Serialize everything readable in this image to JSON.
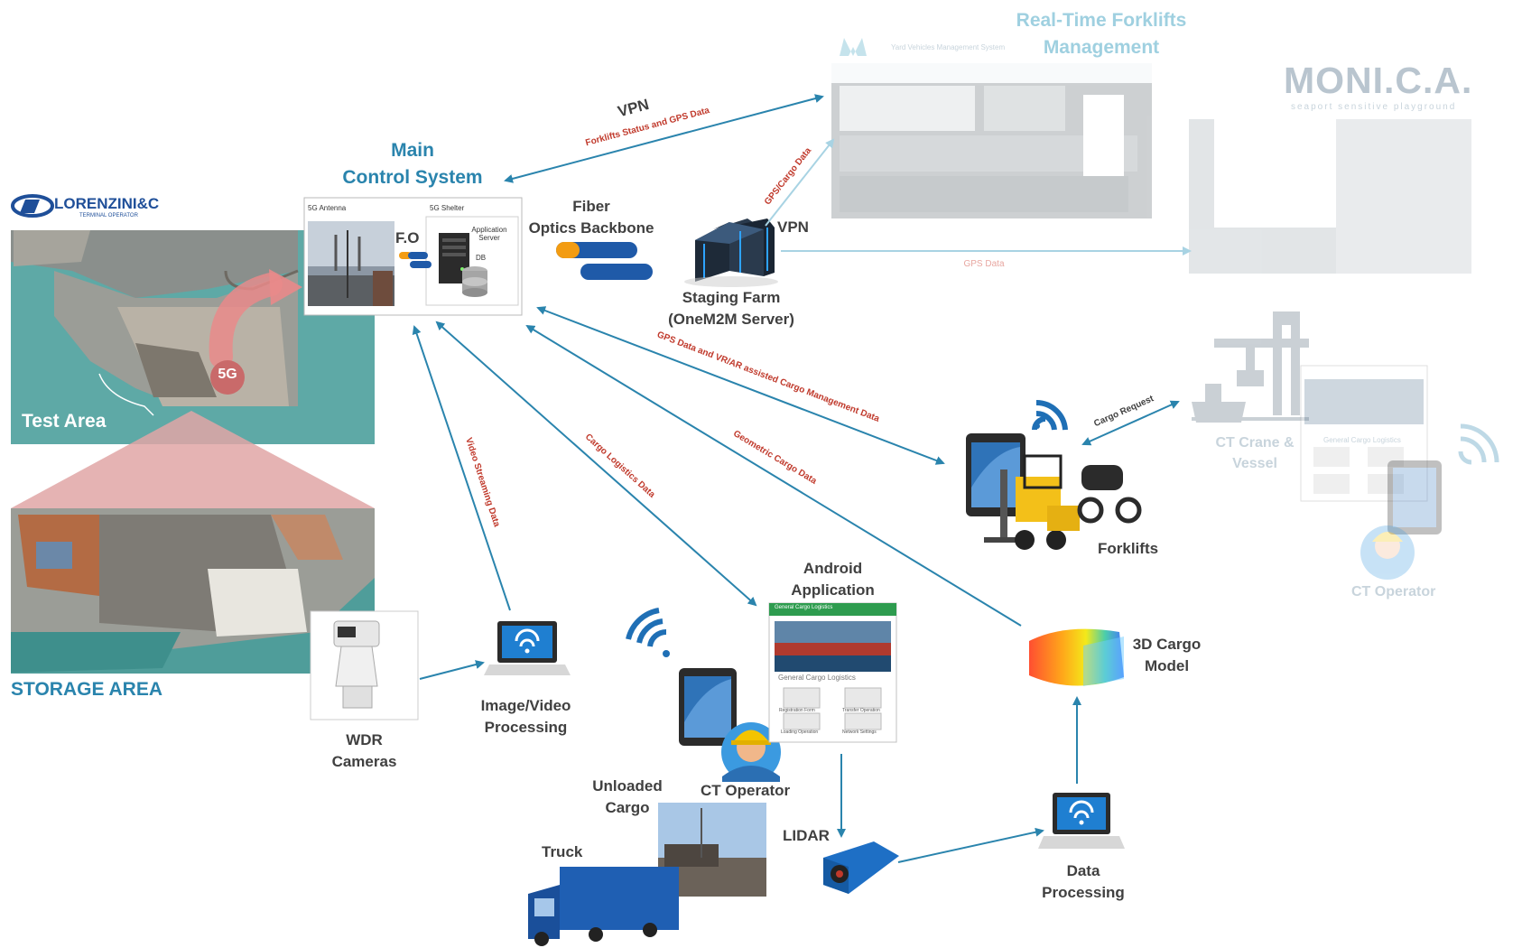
{
  "main_control": {
    "title_line1": "Main",
    "title_line2": "Control System",
    "antenna_label": "5G Antenna",
    "shelter_label": "5G Shelter",
    "fo_label": "F.O",
    "app_server": "Application Server",
    "db": "DB"
  },
  "company_logo": {
    "name": "LORENZINI&C",
    "tagline": "TERMINAL OPERATOR"
  },
  "map": {
    "test_area": "Test Area",
    "badge_5g": "5G",
    "storage_area": "STORAGE AREA"
  },
  "fiber": {
    "line1": "Fiber",
    "line2": "Optics Backbone"
  },
  "staging": {
    "line1": "Staging Farm",
    "line2": "(OneM2M Server)",
    "vpn": "VPN"
  },
  "forklift_mgmt": {
    "line1": "Real-Time Forklifts",
    "line2": "Management",
    "app_title": "Yard Vehicles Management System"
  },
  "monica": {
    "logo": "MONI.C.A.",
    "tagline": "seaport sensitive playground"
  },
  "crane": {
    "line1": "CT Crane &",
    "line2": "Vessel",
    "app_title": "General Cargo Logistics"
  },
  "ct_operator_right": "CT Operator",
  "forklifts": "Forklifts",
  "wdr": {
    "line1": "WDR",
    "line2": "Cameras"
  },
  "imgproc": {
    "line1": "Image/Video",
    "line2": "Processing"
  },
  "android": {
    "line1": "Android",
    "line2": "Application",
    "app_header": "General Cargo Logistics",
    "app_title": "General Cargo Logistics",
    "btn1": "Registration Form",
    "btn2": "Transfer Operation",
    "btn3": "Loading Operation",
    "btn4": "Network Settings"
  },
  "ct_operator": "CT Operator",
  "unloaded": {
    "line1": "Unloaded",
    "line2": "Cargo"
  },
  "truck": "Truck",
  "lidar": "LIDAR",
  "dataproc": {
    "line1": "Data",
    "line2": "Processing"
  },
  "cargo3d": {
    "line1": "3D Cargo",
    "line2": "Model"
  },
  "flows": {
    "vpn_top": "VPN",
    "forklift_status": "Forklifts Status and GPS Data",
    "gps_cargo": "GPS/Cargo Data",
    "gps_data": "GPS Data",
    "gps_vr": "GPS Data and VR/AR assisted Cargo Management Data",
    "cargo_request": "Cargo Request",
    "geometric": "Geometric Cargo Data",
    "cargo_logistics": "Cargo Logistics Data",
    "video_stream": "Video Streaming Data"
  },
  "colors": {
    "arrow": "#2a84ad",
    "flow_text": "#c0392b",
    "title_blue": "#2a84ad",
    "sea": "#5ea9a6"
  }
}
